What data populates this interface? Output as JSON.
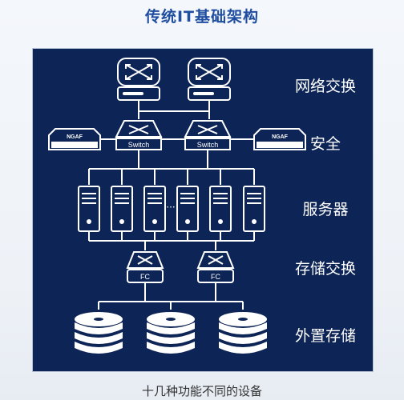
{
  "title": "传统IT基础架构",
  "layers": [
    {
      "label": "网络交换"
    },
    {
      "label": "安全"
    },
    {
      "label": "服务器"
    },
    {
      "label": "存储交换"
    },
    {
      "label": "外置存储"
    }
  ],
  "switch_label": "Switch",
  "firewall_label": "NGAF",
  "fc_label": "FC",
  "server_dots": "···",
  "caption": "十几种功能不同的设备",
  "colors": {
    "panel_background": "#0d2456",
    "device_white": "#ffffff",
    "title_blue": "#1f4ea0"
  }
}
